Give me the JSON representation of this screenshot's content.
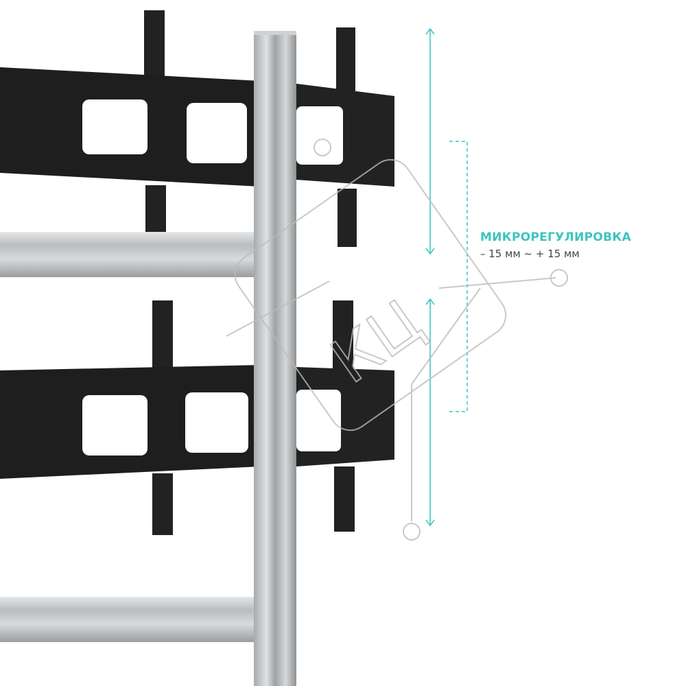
{
  "annotation": {
    "title": "МИКРОРЕГУЛИРОВКА",
    "range": "– 15 мм ~ + 15 мм"
  },
  "watermark": {
    "text": "КЦ"
  },
  "colors": {
    "accent": "#3cc4c0",
    "bar": "#1e1e1e",
    "rail": "#c8cacc"
  }
}
